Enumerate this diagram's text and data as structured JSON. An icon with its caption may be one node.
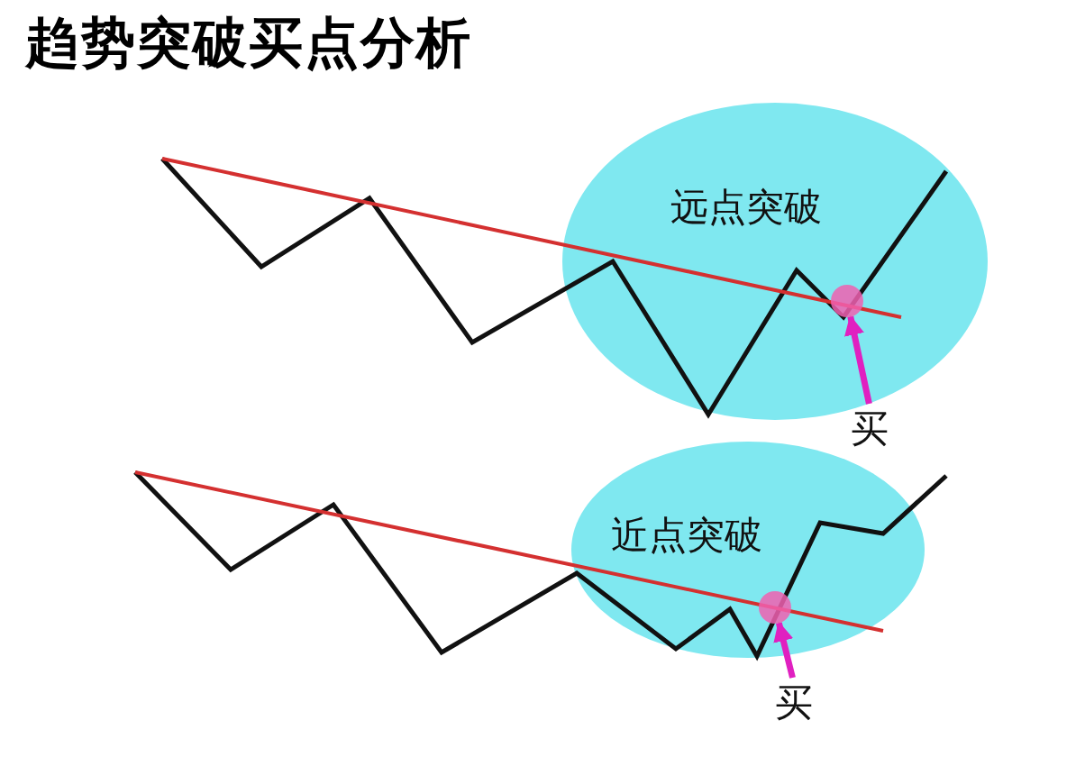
{
  "diagram": {
    "title": "趋势突破买点分析",
    "nodes": [
      {
        "text": [
          "远点突破"
        ]
      },
      {
        "text": [],
        "shape": "circle",
        "in": 0
      },
      {
        "text": [
          "买"
        ]
      },
      {
        "text": [
          "近点突破"
        ]
      },
      {
        "text": [],
        "shape": "circle",
        "in": 3
      },
      {
        "text": [
          "买"
        ]
      }
    ],
    "edges": [
      {
        "from": 2,
        "to": 1,
        "arrow": "to"
      },
      {
        "from": 5,
        "to": 4,
        "arrow": "to"
      }
    ]
  }
}
